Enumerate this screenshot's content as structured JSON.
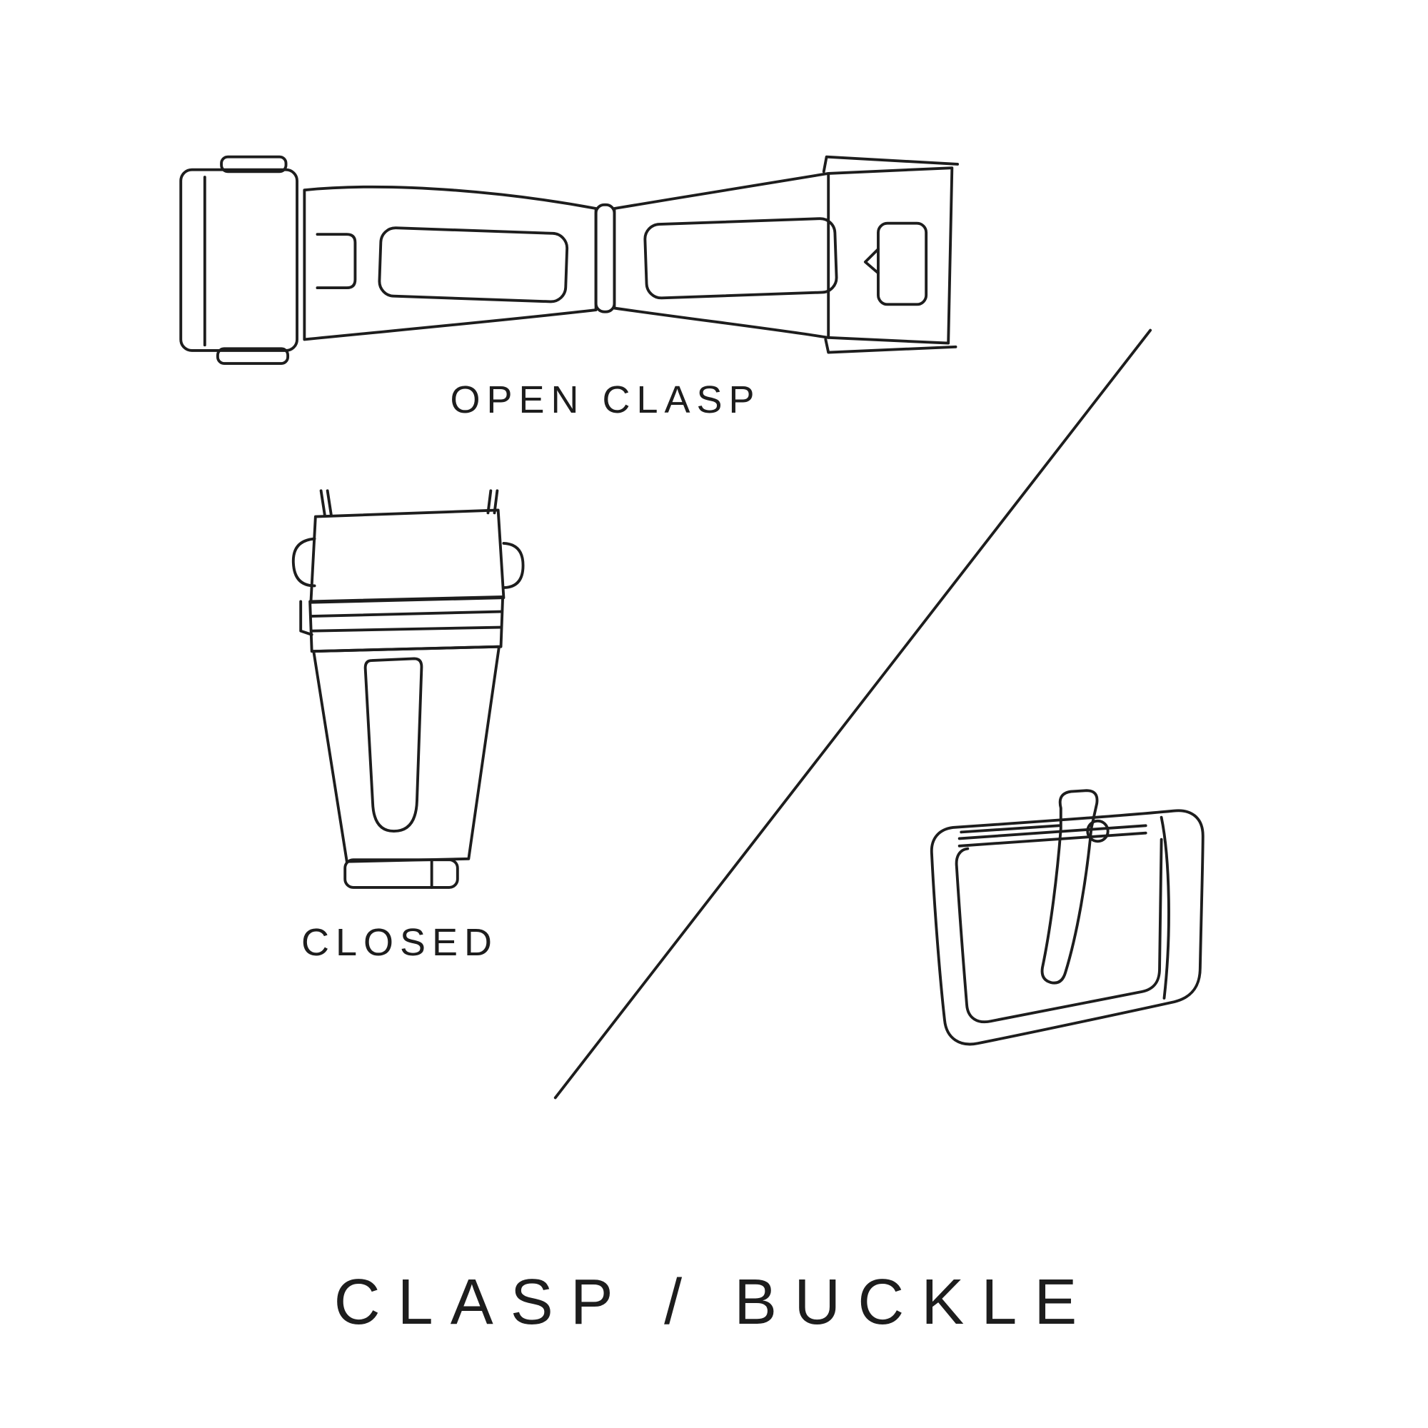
{
  "page": {
    "background_color": "#ffffff",
    "ink_color": "#1d1d1d"
  },
  "figures": {
    "open_clasp": {
      "caption": "OPEN CLASP"
    },
    "closed_clasp": {
      "caption": "CLOSED"
    },
    "buckle": {
      "caption": ""
    }
  },
  "title": {
    "text": "CLASP / BUCKLE"
  }
}
